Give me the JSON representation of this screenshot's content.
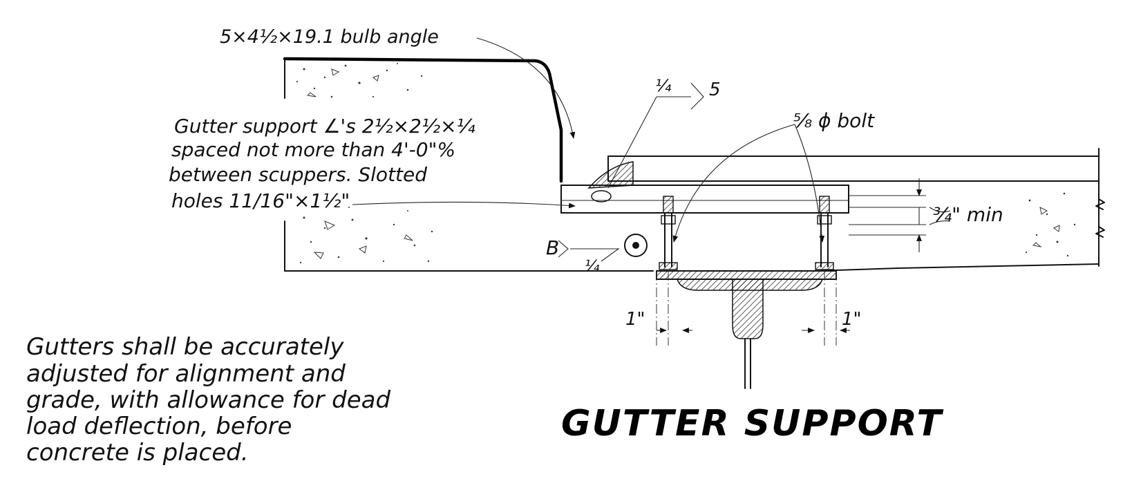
{
  "callouts": {
    "bulb_angle": "5×4½×19.1 bulb angle",
    "gutter_support_line1": "Gutter support ∠'s 2½×2½×¼",
    "gutter_support_line2": "spaced not more than 4'-0\"%",
    "gutter_support_line3": "between scuppers. Slotted",
    "gutter_support_line4": "holes 11/16\"×1½\"",
    "weld_size_top": "¼",
    "weld_length_top": "5",
    "bolt": "⅝ ϕ bolt",
    "weld_ref_letter": "B",
    "weld_size_bottom": "¼",
    "clear_min": "¾\" min",
    "edge_left": "1\"",
    "edge_right": "1\""
  },
  "note": {
    "line1": "Gutters shall be accurately",
    "line2": "adjusted for alignment and",
    "line3": "grade, with allowance for dead",
    "line4": "load deflection, before",
    "line5": "concrete is placed."
  },
  "title": "GUTTER SUPPORT",
  "colors": {
    "ink": "#111111",
    "paper": "#ffffff"
  }
}
